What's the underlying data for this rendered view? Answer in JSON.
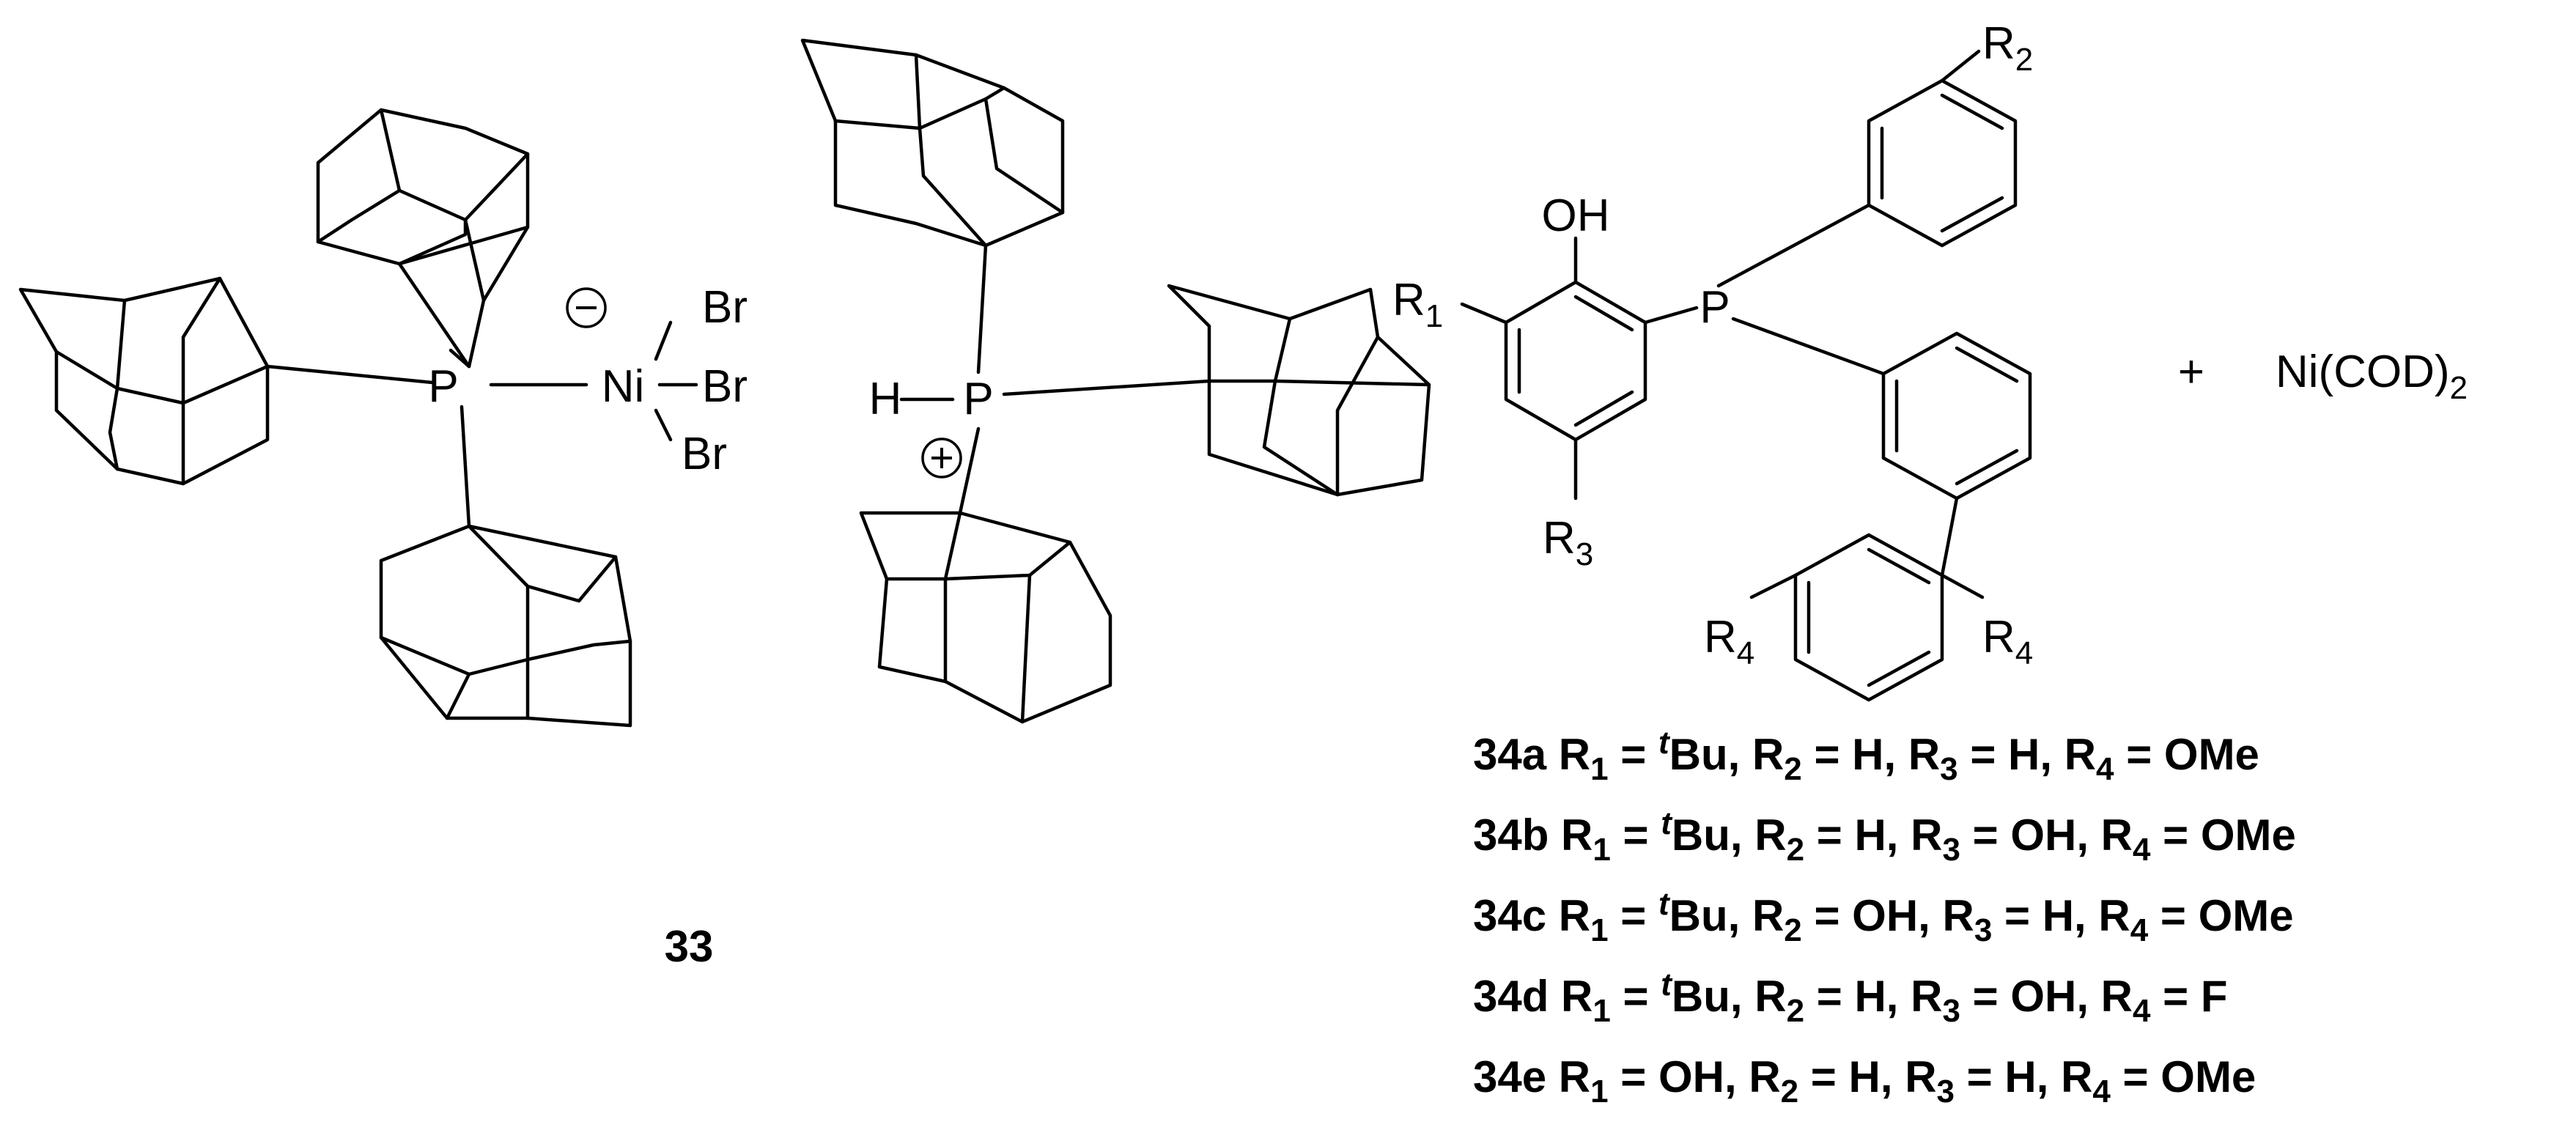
{
  "complex_33": {
    "compound_number": "33",
    "phosphine_atom": "P",
    "metal_atom": "Ni",
    "ligands": [
      "Br",
      "Br",
      "Br"
    ],
    "anion_charge": "minus",
    "counter_cation_H": "H",
    "counter_cation_P": "P",
    "cation_charge": "plus"
  },
  "ligand_34": {
    "hydroxyl_label": "OH",
    "phosphorus_label": "P",
    "r1": {
      "main": "R",
      "sub": "1"
    },
    "r2": {
      "main": "R",
      "sub": "2"
    },
    "r3": {
      "main": "R",
      "sub": "3"
    },
    "r4_left": {
      "main": "R",
      "sub": "4"
    },
    "r4_right": {
      "main": "R",
      "sub": "4"
    }
  },
  "plus_sign": "+",
  "reagent": {
    "main": "Ni(COD)",
    "sub": "2"
  },
  "variants": [
    {
      "id": "34a",
      "r1": "Bu",
      "r1_prefix": "t",
      "r2": "H",
      "r3": "H",
      "r4": "OMe"
    },
    {
      "id": "34b",
      "r1": "Bu",
      "r1_prefix": "t",
      "r2": "H",
      "r3": "OH",
      "r4": "OMe"
    },
    {
      "id": "34c",
      "r1": "Bu",
      "r1_prefix": "t",
      "r2": "OH",
      "r3": "H",
      "r4": "OMe"
    },
    {
      "id": "34d",
      "r1": "Bu",
      "r1_prefix": "t",
      "r2": "H",
      "r3": "OH",
      "r4": "F"
    },
    {
      "id": "34e",
      "r1": "OH",
      "r1_prefix": "",
      "r2": "H",
      "r3": "H",
      "r4": "OMe"
    }
  ]
}
